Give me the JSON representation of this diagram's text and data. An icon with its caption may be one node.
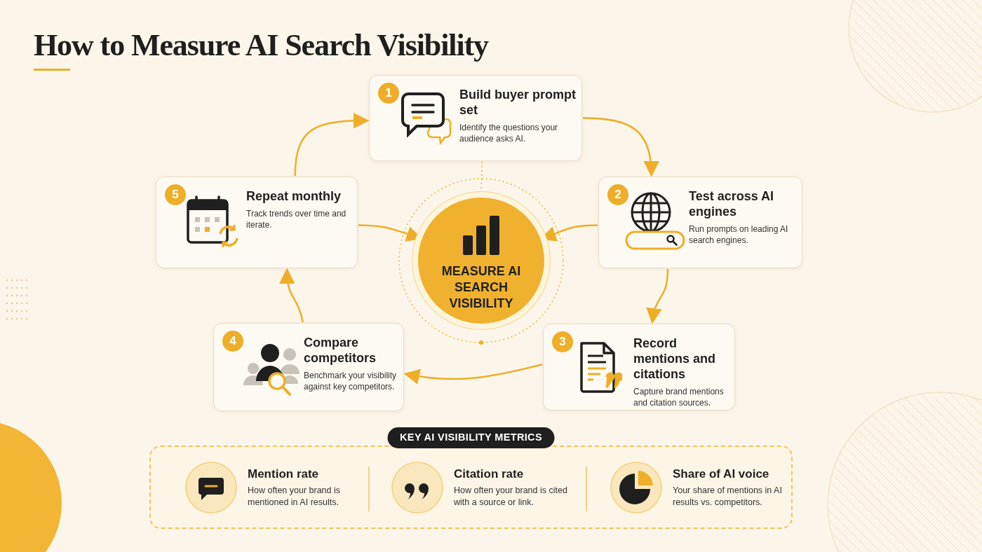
{
  "diagram": {
    "title": "How to Measure AI Search Visibility",
    "nodes": [
      {
        "text": [
          "1",
          "Build buyer prompt set",
          "Identify the questions your audience asks AI."
        ]
      },
      {
        "text": [
          "2",
          "Test across AI engines",
          "Run prompts on leading AI search engines."
        ]
      },
      {
        "text": [
          "3",
          "Record mentions and citations",
          "Capture brand mentions and citation sources."
        ]
      },
      {
        "text": [
          "4",
          "Compare competitors",
          "Benchmark your visibility against key competitors."
        ]
      },
      {
        "text": [
          "5",
          "Repeat monthly",
          "Track trends over time and iterate."
        ]
      },
      {
        "text": [
          "MEASURE AI SEARCH VISIBILITY"
        ]
      },
      {
        "text": [
          "KEY AI VISIBILITY METRICS"
        ]
      }
    ],
    "edges": [
      {
        "from": 0,
        "to": 1,
        "arrow": "to"
      },
      {
        "from": 1,
        "to": 2,
        "arrow": "to"
      },
      {
        "from": 2,
        "to": 3,
        "arrow": "to"
      },
      {
        "from": 3,
        "to": 4,
        "arrow": "to"
      },
      {
        "from": 4,
        "to": 0,
        "arrow": "to"
      },
      {
        "from": 4,
        "to": 5,
        "arrow": "to"
      },
      {
        "from": 1,
        "to": 5,
        "arrow": "to"
      },
      {
        "from": 0,
        "to": 5,
        "arrow": "none",
        "style": "dashed"
      }
    ],
    "labels": [
      "Mention rate",
      "How often your brand is mentioned in AI results.",
      "Citation rate",
      "How often your brand is cited with a source or link.",
      "Share of AI voice",
      "Your share of mentions in AI results vs. competitors."
    ]
  }
}
